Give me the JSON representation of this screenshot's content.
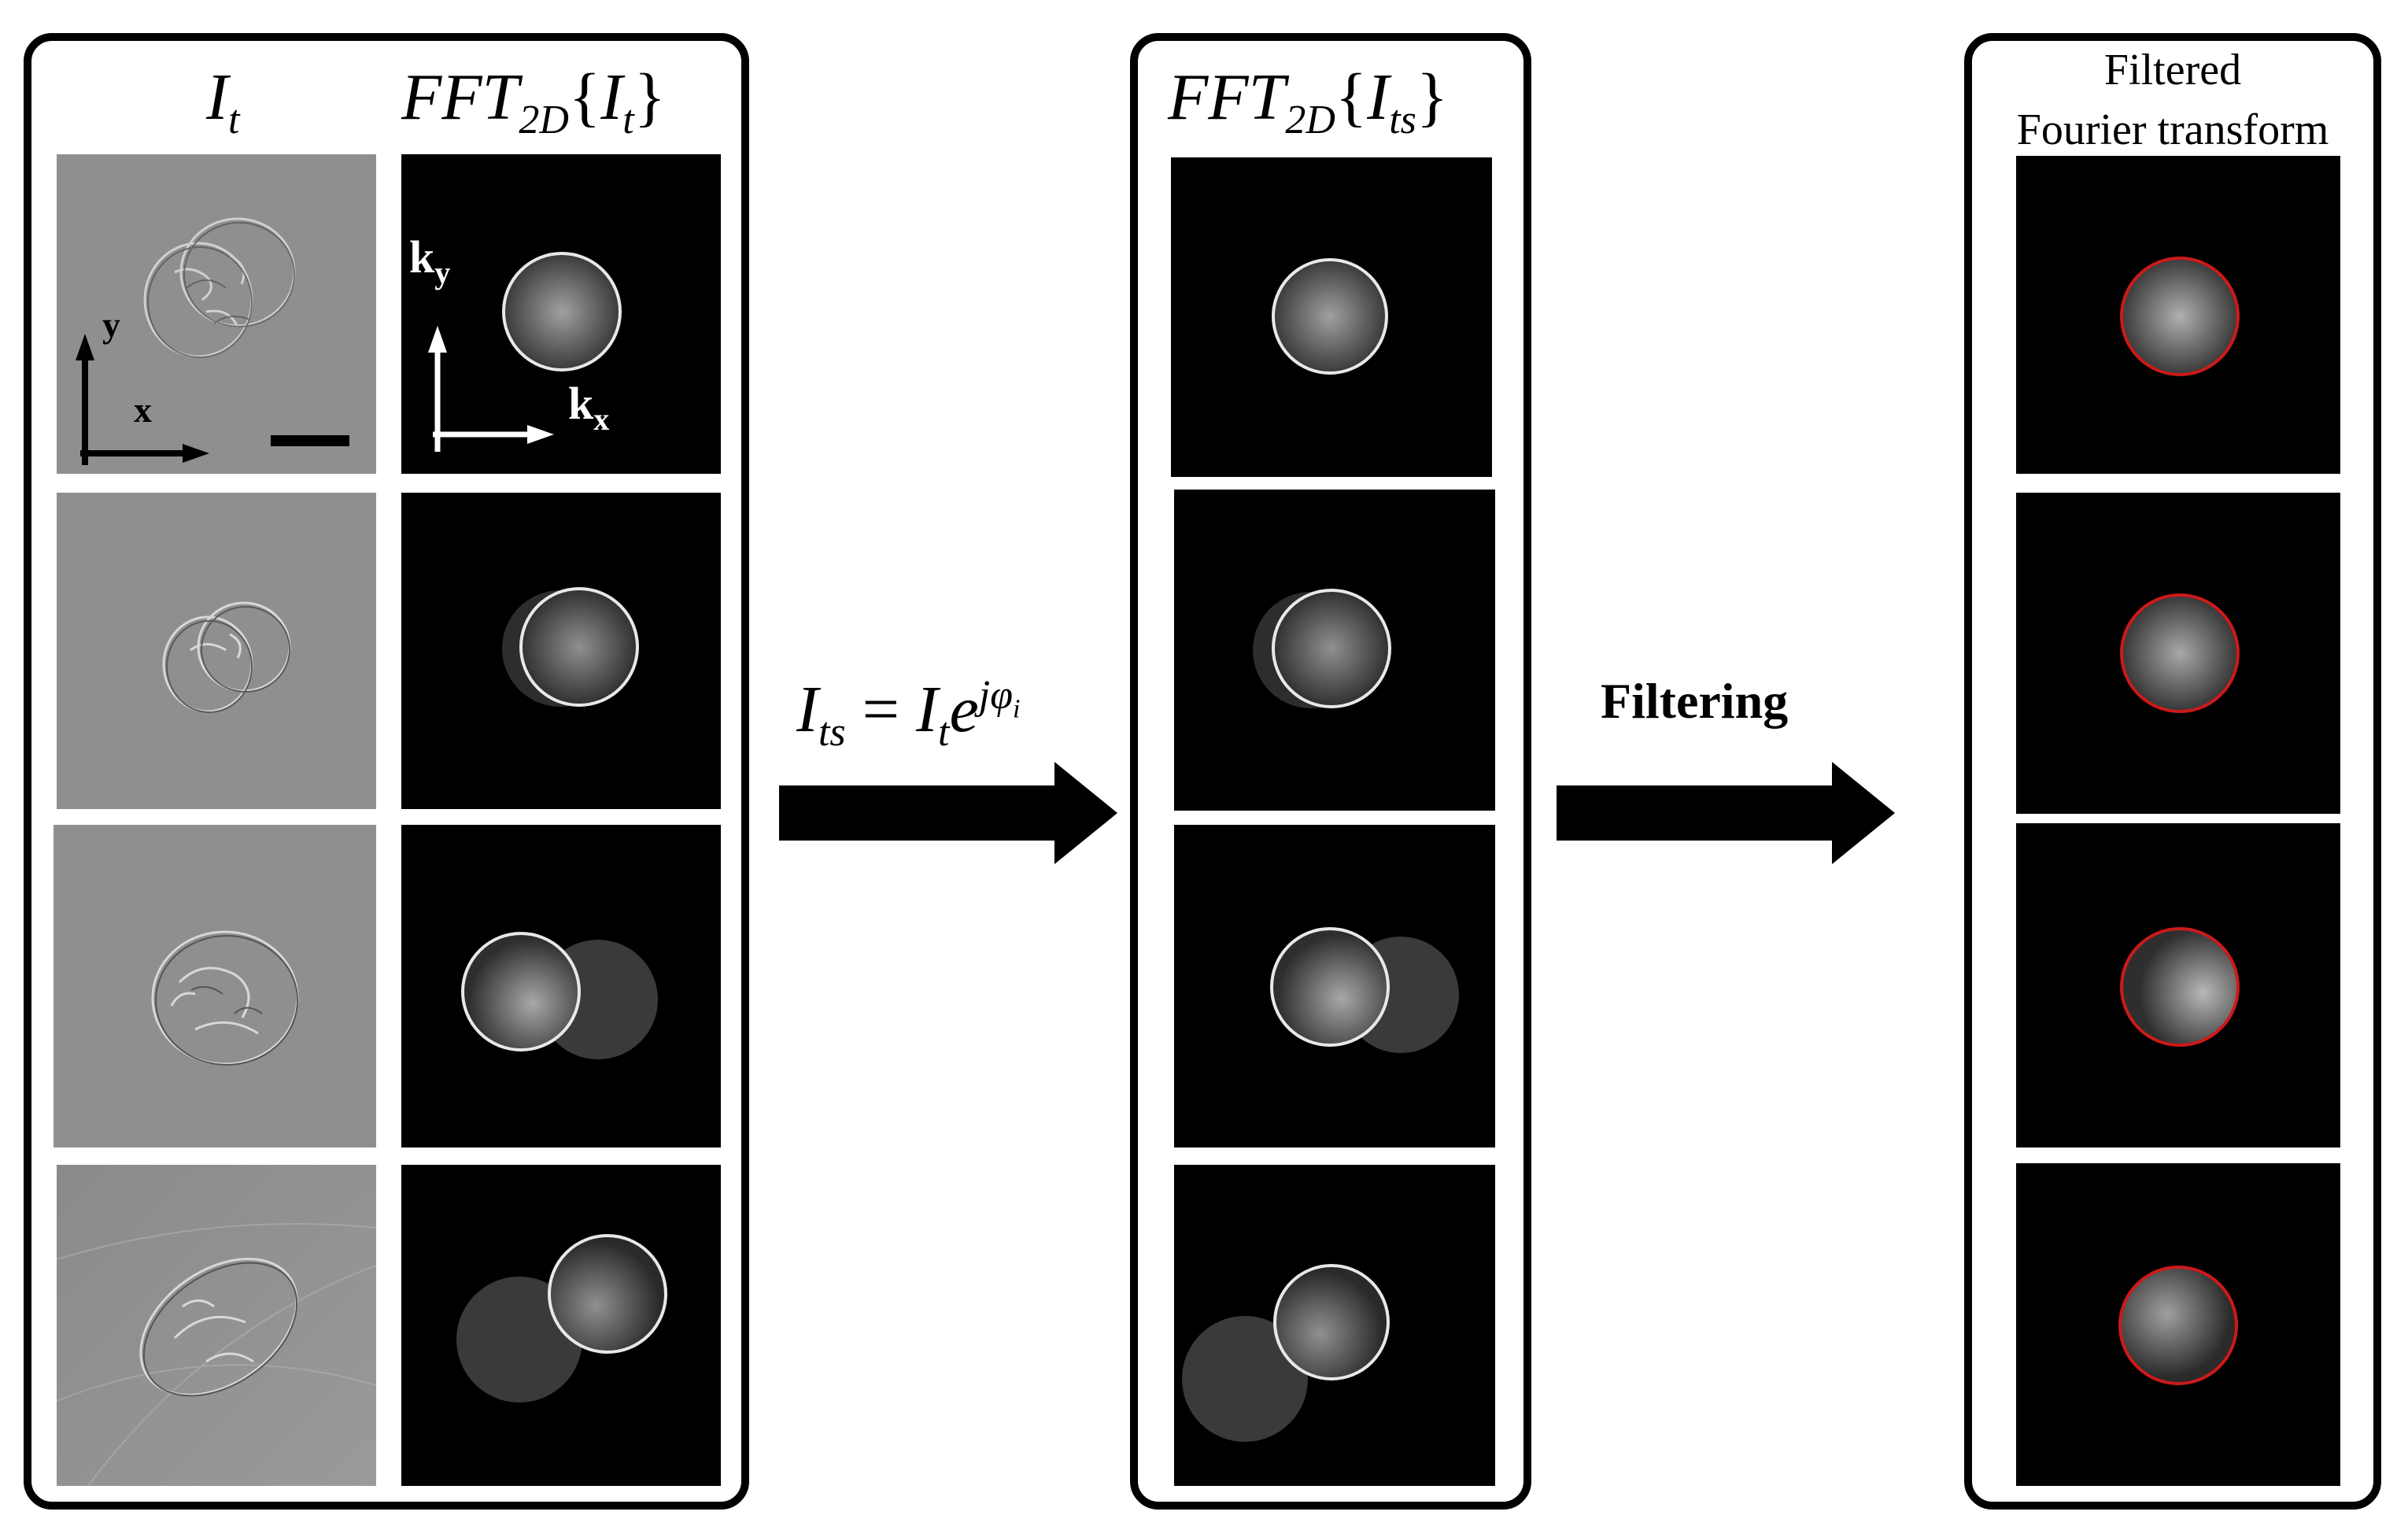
{
  "panel1": {
    "header_left_main": "I",
    "header_left_sub": "t",
    "header_right_main": "FFT",
    "header_right_sub": "2D",
    "header_right_arg_main": "I",
    "header_right_arg_sub": "t",
    "axis_labels": {
      "x": "x",
      "y": "y",
      "kx_main": "k",
      "kx_sub": "x",
      "ky_main": "k",
      "ky_sub": "y"
    }
  },
  "equation": {
    "lhs_main": "I",
    "lhs_sub": "ts",
    "eq": "=",
    "rhs_I": "I",
    "rhs_I_sub": "t",
    "rhs_e": "e",
    "exp_j": "j",
    "exp_phi": "φ",
    "exp_phi_sub": "i"
  },
  "panel2": {
    "header_main": "FFT",
    "header_sub": "2D",
    "header_arg_main": "I",
    "header_arg_sub": "ts"
  },
  "filter_label": "Filtering",
  "panel3": {
    "header_line1": "Filtered",
    "header_line2": "Fourier transform"
  },
  "colors": {
    "border": "#000000",
    "circle": "#e8e8e8",
    "filter_ring": "#cc1a1a",
    "tile_gray": "#8f8f8f"
  }
}
